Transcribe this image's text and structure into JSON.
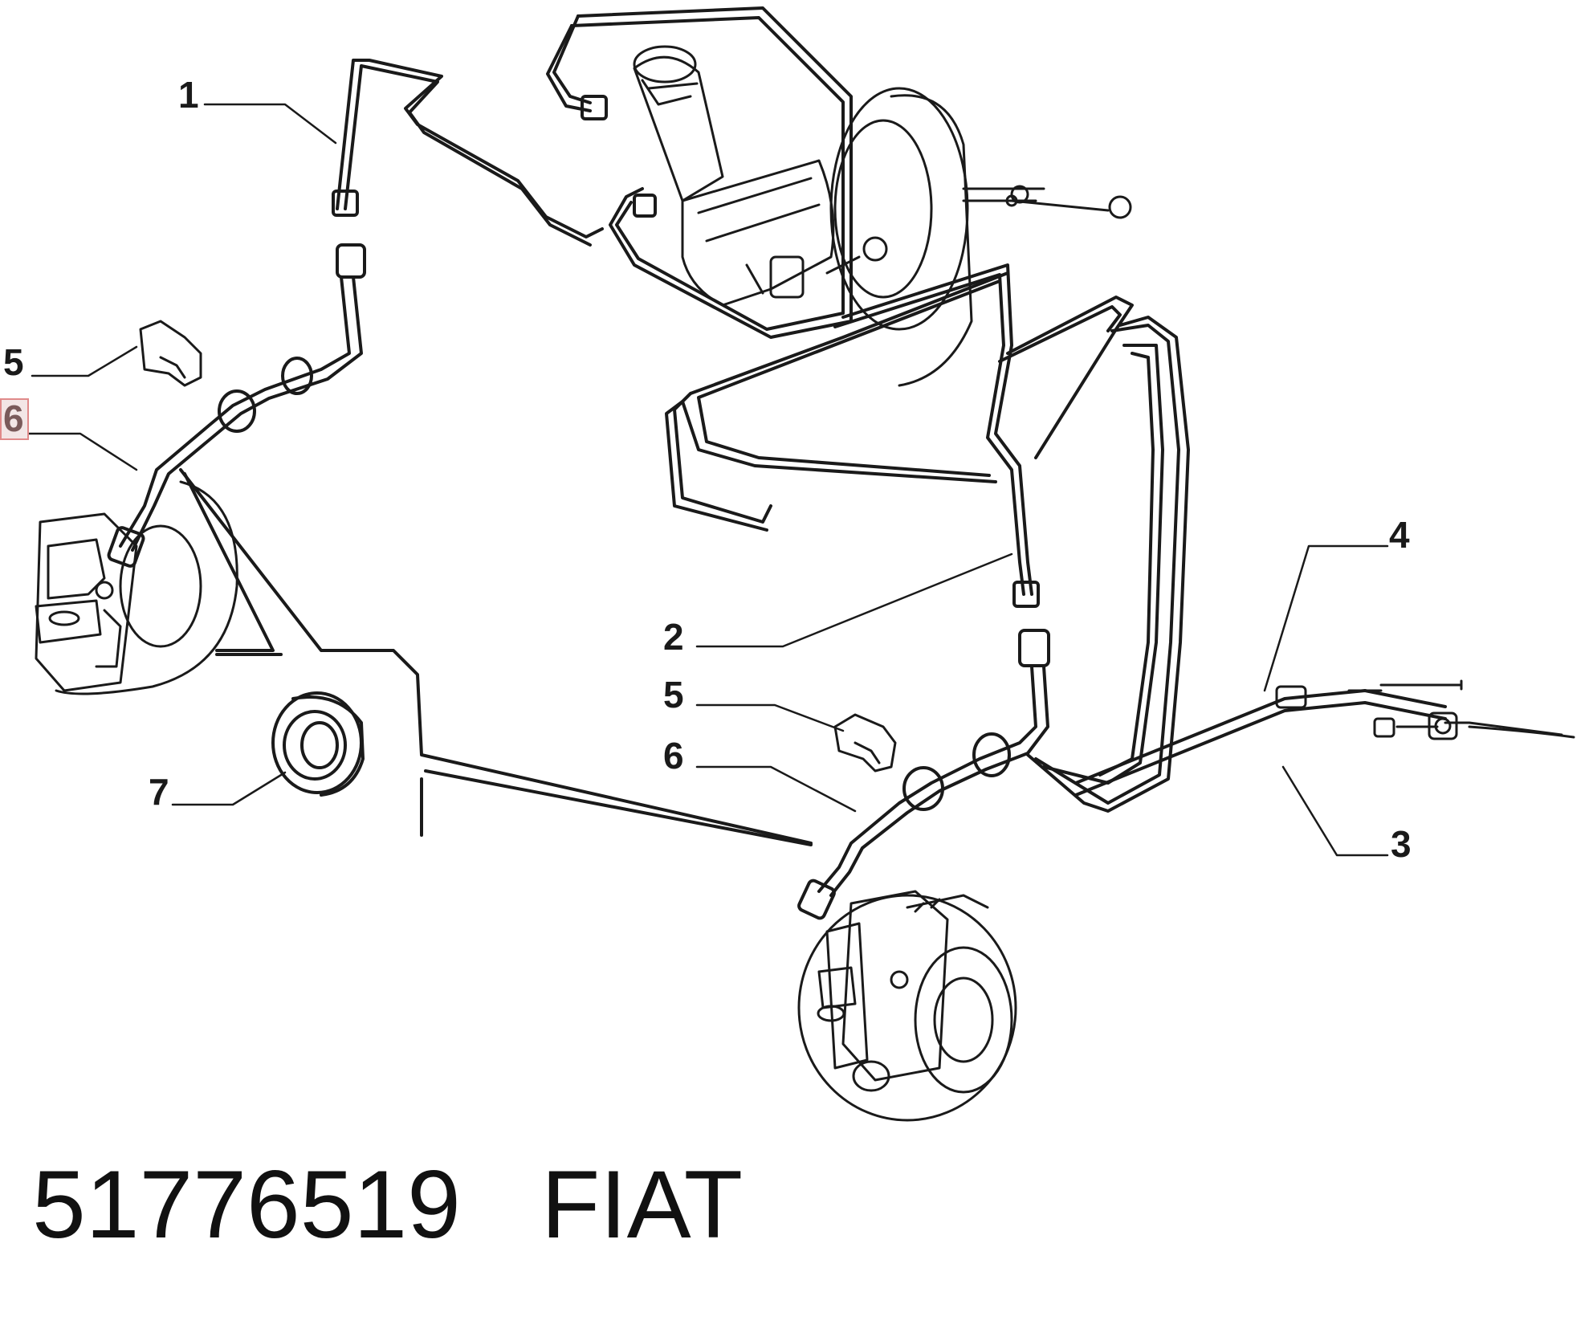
{
  "callouts": {
    "c1": "1",
    "c2": "2",
    "c3": "3",
    "c4": "4",
    "c5_top": "5",
    "c5_mid": "5",
    "c6_left": "6",
    "c6_mid": "6",
    "c7": "7"
  },
  "highlighted_callout": "c6_left",
  "caption": {
    "part_number": "51776519",
    "brand": "FIAT"
  },
  "colors": {
    "line": "#1a1a1a",
    "highlight_border": "#e08a8a",
    "highlight_fill": "#f3e6e6"
  }
}
